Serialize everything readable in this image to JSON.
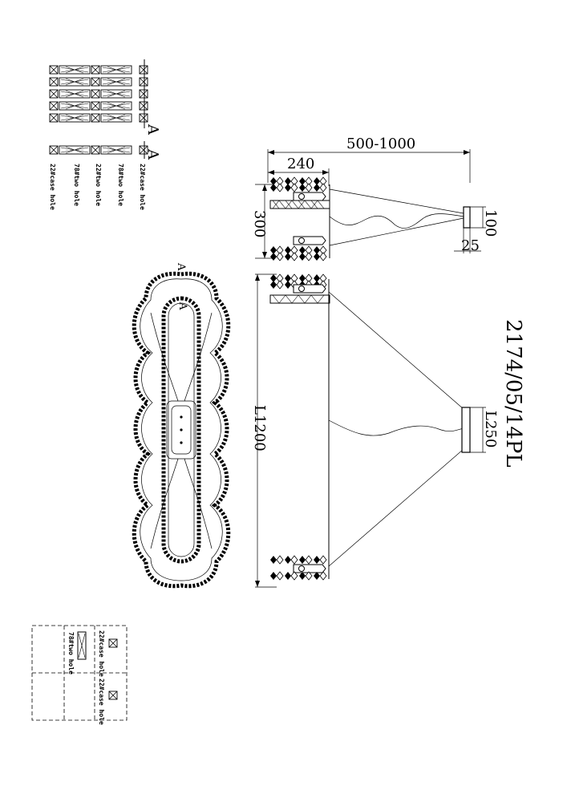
{
  "model_code": "2174/05/14PL",
  "dimensions": {
    "width_range": "500-1000",
    "width": "240",
    "height": "300",
    "canopy_height": "100",
    "canopy_depth": "25",
    "length": "L1200",
    "canopy_length": "L250"
  },
  "section_marker": "A",
  "legend_labels": {
    "large_hole": "22#case hole",
    "small_hole": "78#two hole"
  },
  "strip_labels": [
    "22#case hole",
    "78#two hole",
    "22#two hole",
    "78#two hole",
    "22#case hole"
  ]
}
